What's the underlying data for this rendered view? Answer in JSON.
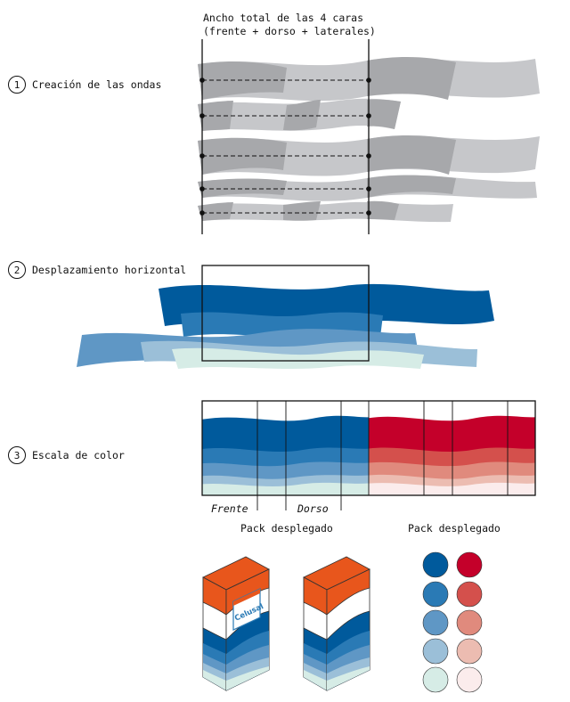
{
  "header": {
    "line1": "Ancho total de las 4 caras",
    "line2": "(frente + dorso + laterales)"
  },
  "steps": [
    {
      "number": "1",
      "label": "Creación de las ondas"
    },
    {
      "number": "2",
      "label": "Desplazamiento horizontal"
    },
    {
      "number": "3",
      "label": "Escala de color"
    }
  ],
  "faces": {
    "front": "Frente",
    "back": "Dorso"
  },
  "captions": {
    "left": "Pack desplegado",
    "right": "Pack desplegado"
  },
  "brand": "Celusal",
  "colors": {
    "gray_dark": "#a7a8ab",
    "gray_light": "#c6c7ca",
    "blue_scale": [
      "#005a9c",
      "#2a7ab5",
      "#5f97c5",
      "#9bbfd8",
      "#d6ece6"
    ],
    "red_scale": [
      "#c4002a",
      "#d4504c",
      "#e08a7d",
      "#ecbcb1",
      "#fbecec"
    ],
    "orange": "#e8561c"
  }
}
